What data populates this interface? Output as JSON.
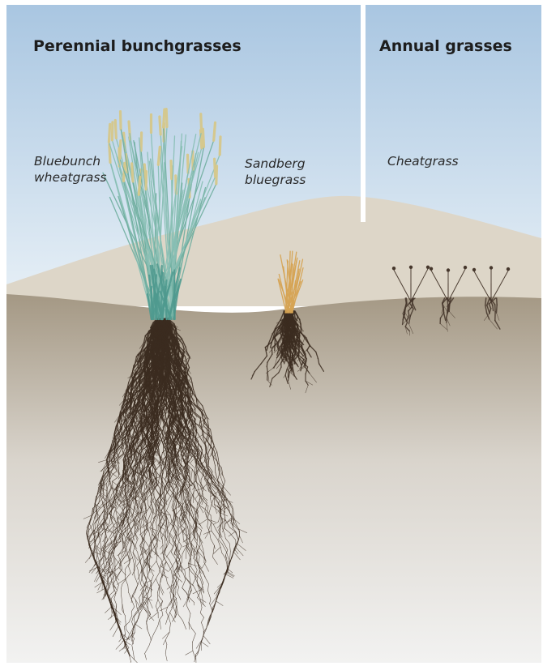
{
  "panels": [
    {
      "title": "Perennial bunchgrasses"
    },
    {
      "title": "Annual grasses"
    }
  ],
  "species": [
    {
      "lines": [
        "Bluebunch",
        "wheatgrass"
      ],
      "type": "perennial",
      "relative_root_depth": 1.0
    },
    {
      "lines": [
        "Sandberg",
        "bluegrass"
      ],
      "type": "perennial",
      "relative_root_depth": 0.2
    },
    {
      "lines": [
        "Cheatgrass"
      ],
      "type": "annual",
      "relative_root_depth": 0.08
    }
  ],
  "colors": {
    "sky_top": "#a9c6e1",
    "sky_bottom": "#e6eff6",
    "dune": "#ddd6c8",
    "soil_top": "#a49884",
    "soil_bottom": "#f2f2f1",
    "root": "#3b2c20",
    "bluebunch_stem": "#88bfb4",
    "bluebunch_head": "#d6c88b",
    "sandberg": "#d6a454",
    "cheatgrass": "#46372c",
    "divider": "#ffffff"
  }
}
